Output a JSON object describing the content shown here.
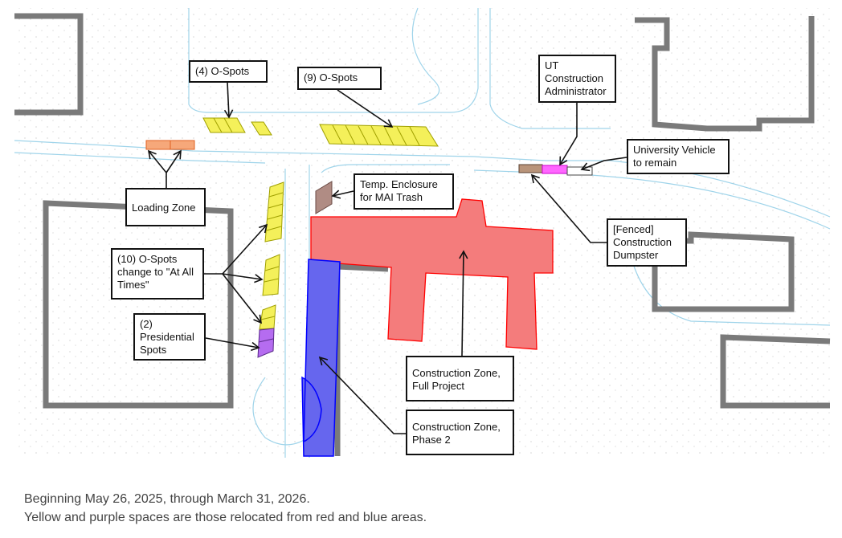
{
  "colors": {
    "building": "#7a7a7a",
    "road": "#9fd4ea",
    "full_project": "#f47c7c",
    "full_project_stroke": "#ff0000",
    "phase2": "#6666ee",
    "phase2_stroke": "#0000ff",
    "o_spot": "#f4f05a",
    "presidential": "#b56cf0",
    "loading": "#f6a87a",
    "trash": "#b08c84",
    "dumpster": "#b9947a",
    "ut_admin": "#ff66ff"
  },
  "labels": {
    "o_spots_4": "(4) O-Spots",
    "o_spots_9": "(9) O-Spots",
    "ut_admin": "UT\nConstruction\nAdministrator",
    "univ_vehicle": "University Vehicle\nto remain",
    "trash": "Temp. Enclosure\nfor MAI Trash",
    "loading": "Loading Zone",
    "o_spots_10": "(10) O-Spots\nchange to \"At All\nTimes\"",
    "presidential": "(2)\nPresidential\nSpots",
    "dumpster": "[Fenced]\nConstruction\nDumpster",
    "cz_full": "Construction Zone,\nFull Project",
    "cz_phase2": "Construction Zone,\nPhase 2"
  },
  "caption": {
    "line1": "Beginning May 26, 2025, through March 31, 2026.",
    "line2": "Yellow and purple spaces are those relocated from red and blue areas."
  }
}
